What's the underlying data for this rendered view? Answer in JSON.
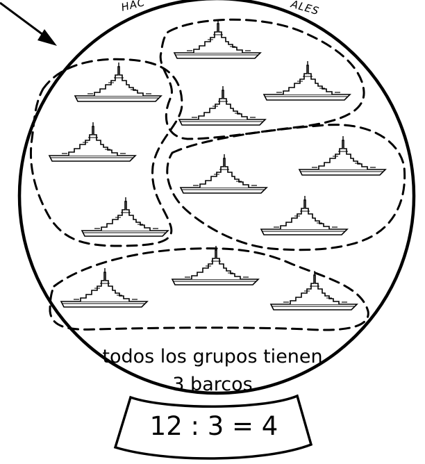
{
  "header": {
    "arc_title_left": "HAC",
    "arc_title_right": "ALES"
  },
  "illustration": {
    "ship_count": 12,
    "group_count": 4
  },
  "caption": {
    "line1": "todos los grupos tienen",
    "line2": "3 barcos"
  },
  "equation": {
    "text": "12 : 3 = 4"
  }
}
